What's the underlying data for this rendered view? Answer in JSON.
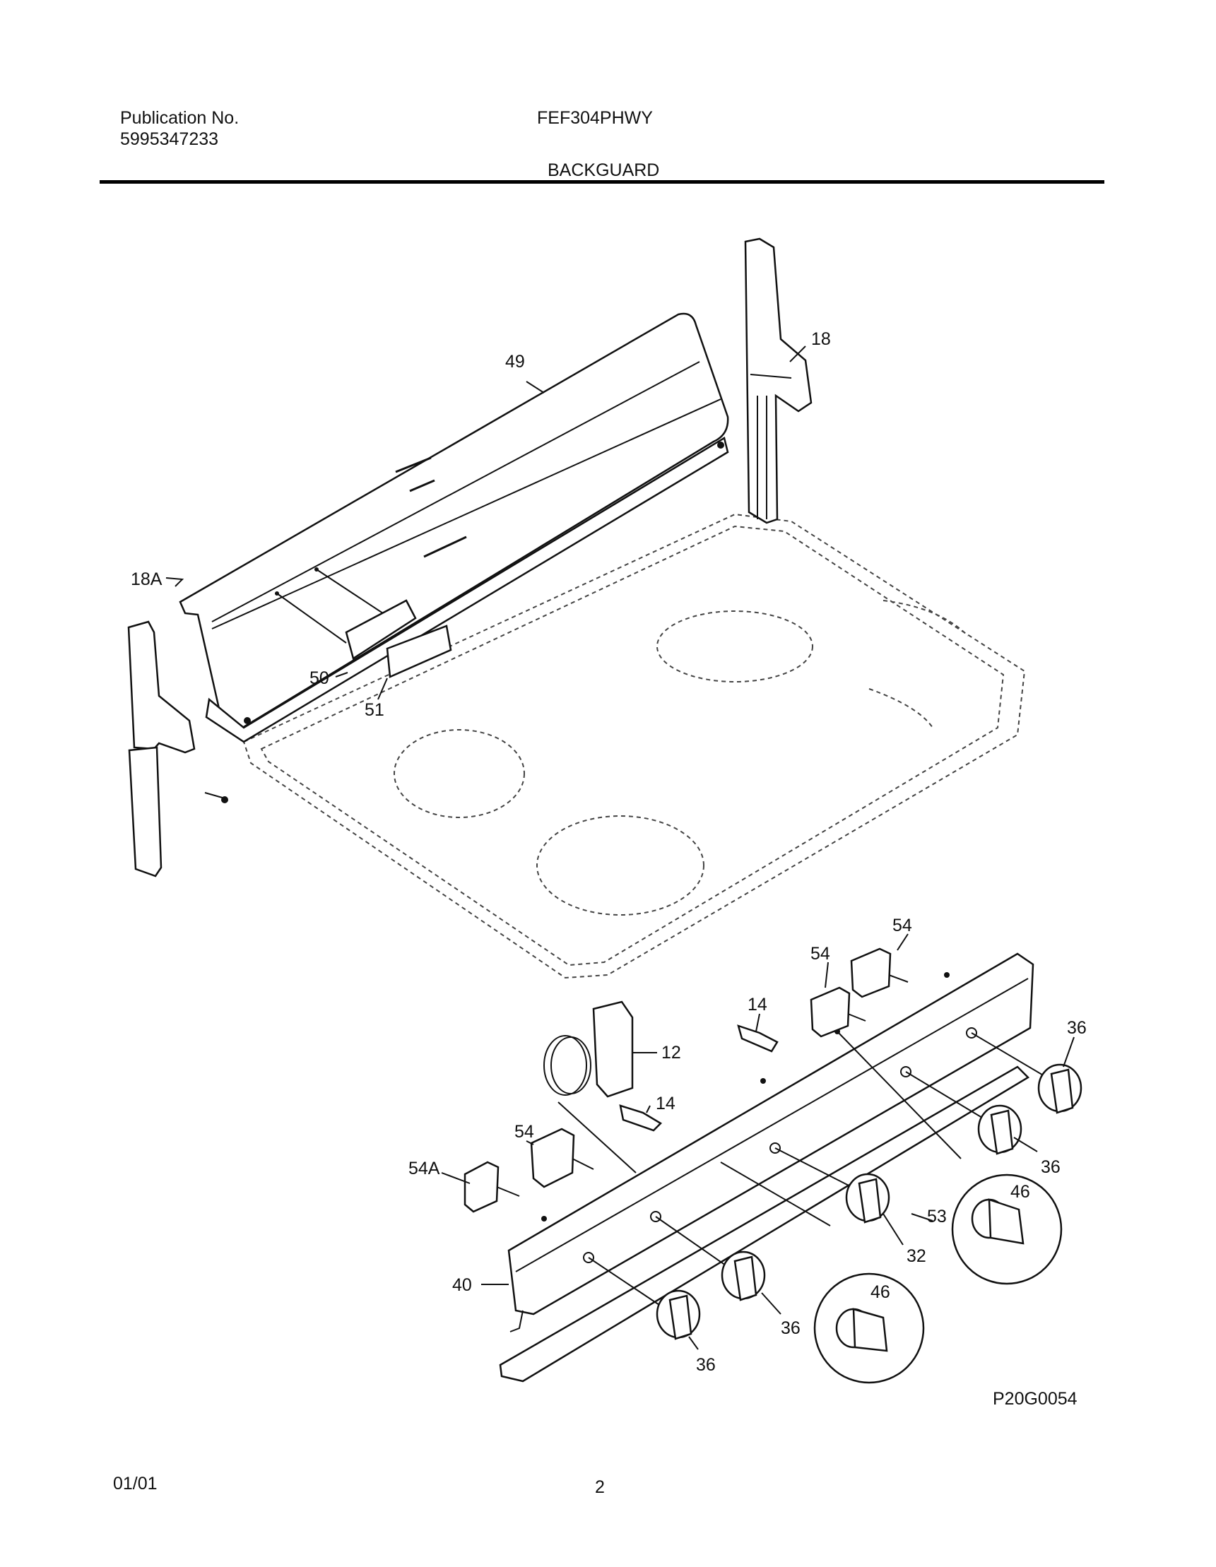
{
  "header": {
    "publication_label": "Publication No.",
    "publication_number": "5995347233",
    "model": "FEF304PHWY",
    "section": "BACKGUARD"
  },
  "diagram": {
    "figure_code": "P20G0054",
    "callouts": {
      "c18": "18",
      "c49": "49",
      "c18A": "18A",
      "c50": "50",
      "c51": "51",
      "c54a": "54",
      "c54b": "54",
      "c54c": "54",
      "c54A": "54A",
      "c14a": "14",
      "c14b": "14",
      "c12": "12",
      "c36a": "36",
      "c36b": "36",
      "c36c": "36",
      "c36d": "36",
      "c46a": "46",
      "c46b": "46",
      "c53": "53",
      "c32": "32",
      "c40": "40"
    }
  },
  "footer": {
    "date": "01/01",
    "page": "2"
  }
}
